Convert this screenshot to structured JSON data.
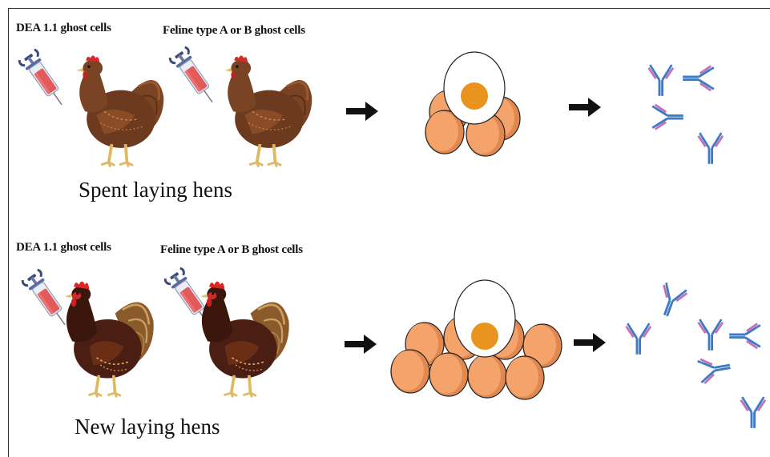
{
  "panels": {
    "top": {
      "label_left": "DEA 1.1 ghost cells",
      "label_right": "Feline type A or B ghost cells",
      "caption": "Spent  laying hens"
    },
    "bottom": {
      "label_left": "DEA 1.1 ghost cells",
      "label_right": "Feline type A or B ghost cells",
      "caption": "New laying hens"
    }
  },
  "colors": {
    "egg": "#F4A46A",
    "egg_dark": "#E08850",
    "yolk": "#E8941F",
    "antibody_heavy": "#3E7BC4",
    "antibody_light": "#C56FB2",
    "hen_spent": "#6B3A1F",
    "hen_new": "#4A1E12",
    "syringe_body": "#E25A5A",
    "arrow": "#111111"
  },
  "icons": [
    "syringe-icon",
    "hen-icon",
    "egg-pile-icon",
    "antibody-icon",
    "arrow-right-icon"
  ]
}
